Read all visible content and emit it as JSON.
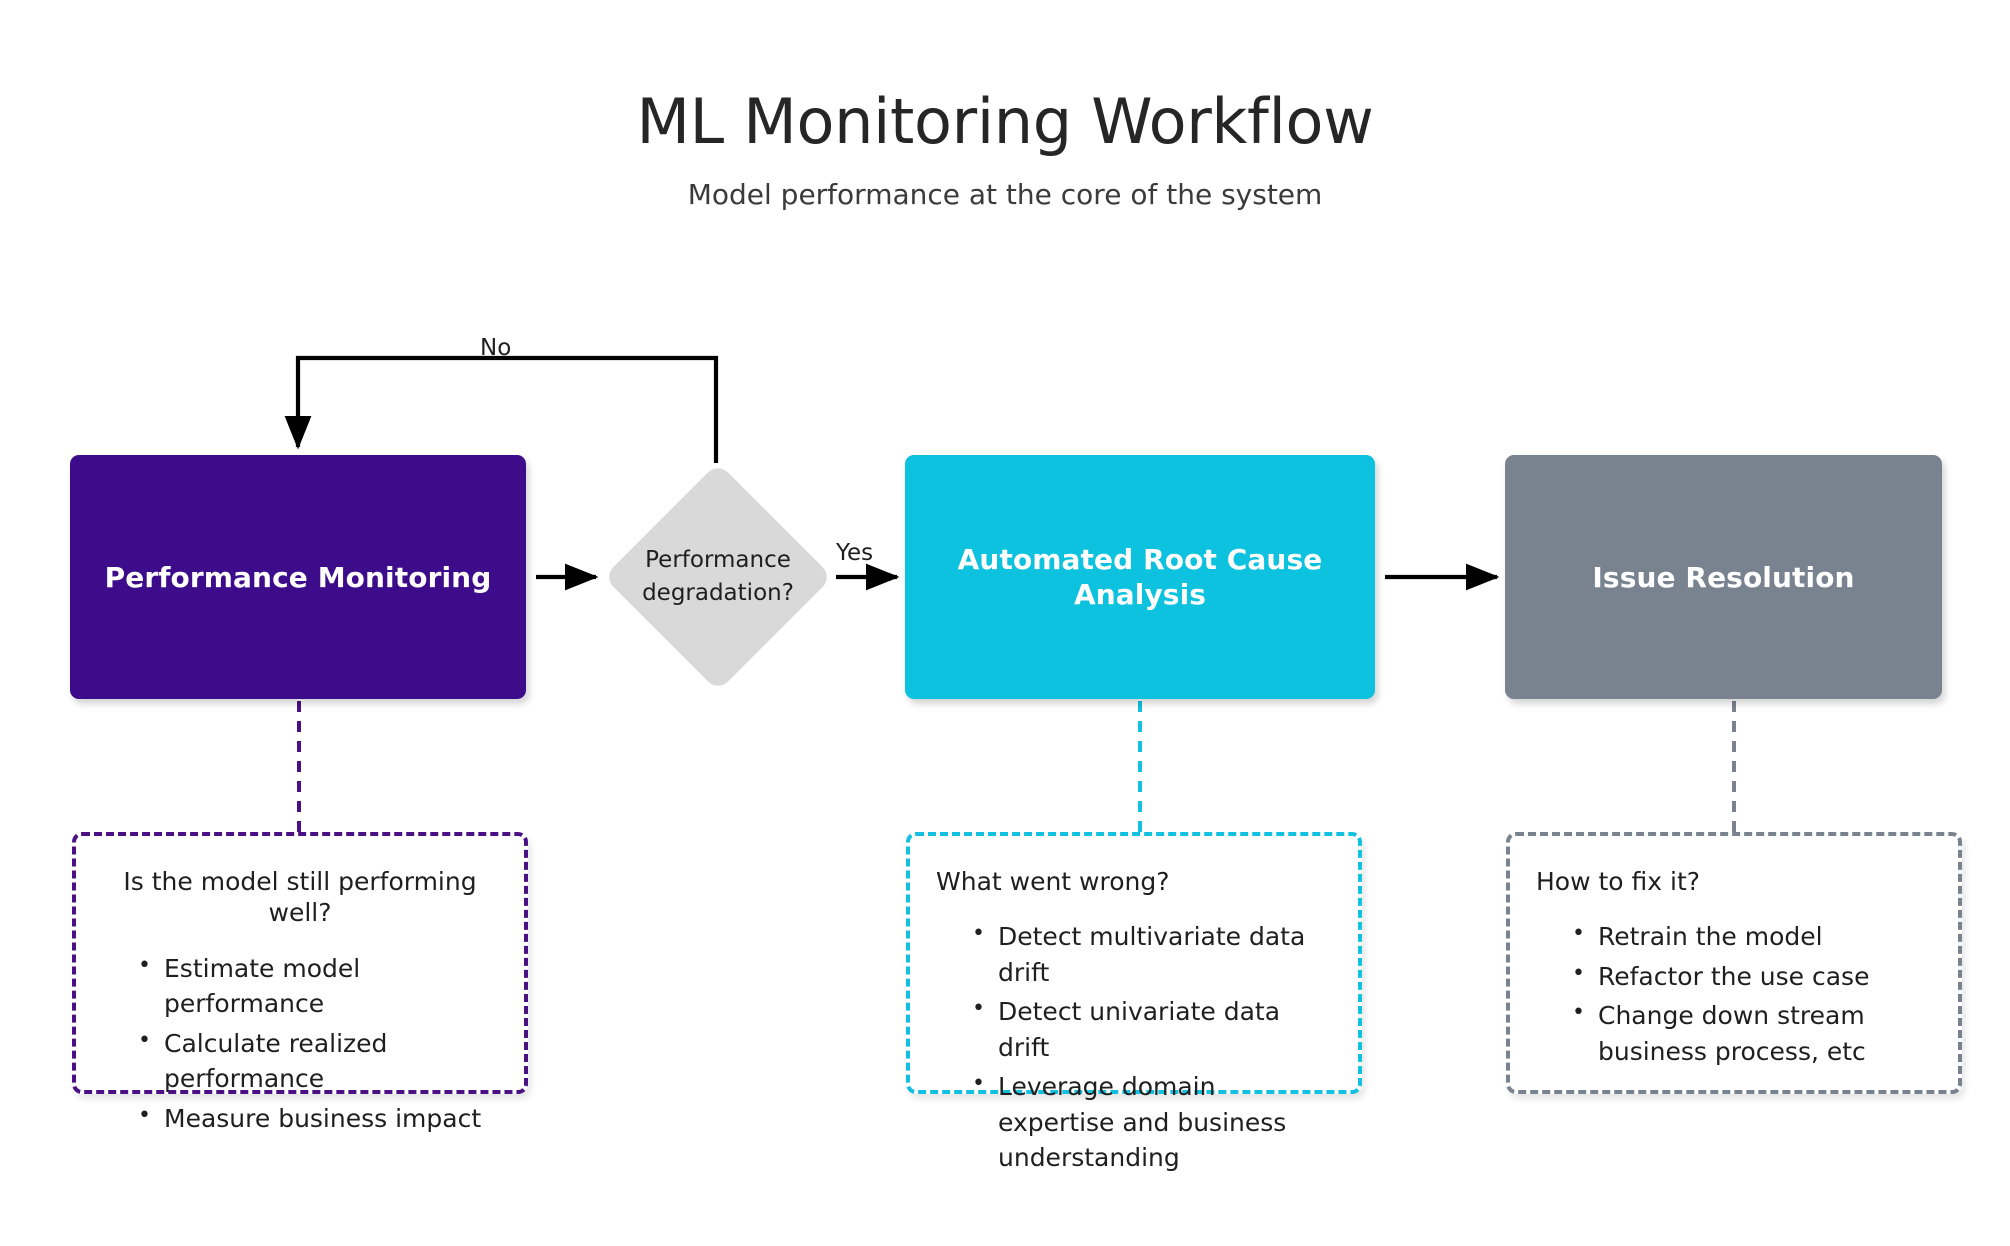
{
  "header": {
    "title": "ML Monitoring Workflow",
    "subtitle": "Model performance at the core of the system"
  },
  "colors": {
    "performance_monitoring": "#3D0C8A",
    "decision": "#D9D9D9",
    "root_cause": "#0DC2DE",
    "issue_resolution": "#78838F",
    "arrow": "#000000",
    "background": "#FFFFFF",
    "text_dark": "#1F1F1F",
    "text_light": "#FFFFFF"
  },
  "nodes": {
    "performance_monitoring": {
      "label": "Performance Monitoring"
    },
    "decision": {
      "label": "Performance degradation?"
    },
    "root_cause": {
      "label": "Automated Root Cause Analysis"
    },
    "issue_resolution": {
      "label": "Issue Resolution"
    }
  },
  "edges": {
    "no_label": "No",
    "yes_label": "Yes"
  },
  "details": {
    "performance_monitoring": {
      "heading": "Is the model still performing well?",
      "items": [
        "Estimate model performance",
        "Calculate realized performance",
        "Measure business impact"
      ]
    },
    "root_cause": {
      "heading": "What went wrong?",
      "items": [
        "Detect multivariate data drift",
        "Detect univariate data drift",
        "Leverage domain expertise and business understanding"
      ]
    },
    "issue_resolution": {
      "heading": "How to fix it?",
      "items": [
        "Retrain the model",
        "Refactor the use case",
        "Change down stream business process, etc"
      ]
    }
  }
}
